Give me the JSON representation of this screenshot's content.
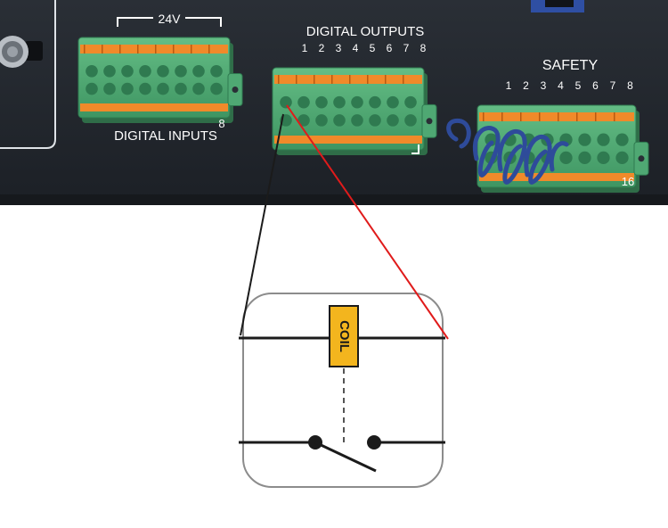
{
  "panel": {
    "voltage_label": "24V",
    "inputs_label": "DIGITAL INPUTS",
    "inputs_last_number": "8",
    "outputs_label": "DIGITAL OUTPUTS",
    "outputs_numbers": [
      "1",
      "2",
      "3",
      "4",
      "5",
      "6",
      "7",
      "8"
    ],
    "safety_label": "SAFETY",
    "safety_numbers": [
      "1",
      "2",
      "3",
      "4",
      "5",
      "6",
      "7",
      "8"
    ],
    "safety_last_number": "16"
  },
  "diagram": {
    "coil_label": "COIL"
  },
  "colors": {
    "panel": "#1f2329",
    "terminal_green": "#4fa873",
    "terminal_orange": "#f08a2a",
    "coil_fill": "#f3b51e",
    "wire_black": "#1b1b1b",
    "wire_red": "#e01b1b",
    "jumper_blue": "#2e4b9a",
    "box_outline": "#8c8c8c"
  }
}
